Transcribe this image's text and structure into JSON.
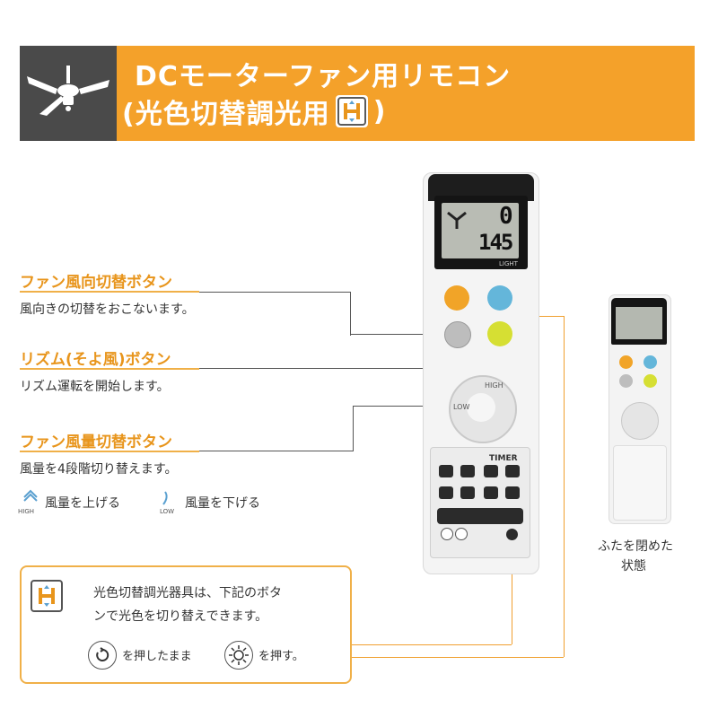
{
  "header": {
    "title_line1": "DCモーターファン用リモコン",
    "title_line2_prefix": "(光色切替調光用",
    "title_line2_suffix": ")",
    "icon": "ceiling-fan-icon",
    "colors": {
      "dark": "#4a4a4a",
      "accent": "#f4a12a"
    }
  },
  "labels": [
    {
      "title": "ファン風向切替ボタン",
      "desc": "風向きの切替をおこないます。"
    },
    {
      "title": "リズム(そよ風)ボタン",
      "desc": "リズム運転を開始します。"
    },
    {
      "title": "ファン風量切替ボタン",
      "desc": "風量を4段階切り替えます。"
    }
  ],
  "speed": {
    "high_tag": "HIGH",
    "high_text": "風量を上げる",
    "low_tag": "LOW",
    "low_text": "風量を下げる"
  },
  "info": {
    "line1": "光色切替調光器具は、下記のボタ",
    "line2": "ンで光色を切り替えできます。",
    "press_hold": "を押したまま",
    "press": "を押す。"
  },
  "remote": {
    "lcd_digits": "145",
    "lcd_small": "0",
    "light_label": "LIGHT",
    "timer_label": "TIMER",
    "dpad_high": "HIGH",
    "dpad_low": "LOW"
  },
  "closed_caption": {
    "line1": "ふたを閉めた",
    "line2": "状態"
  }
}
